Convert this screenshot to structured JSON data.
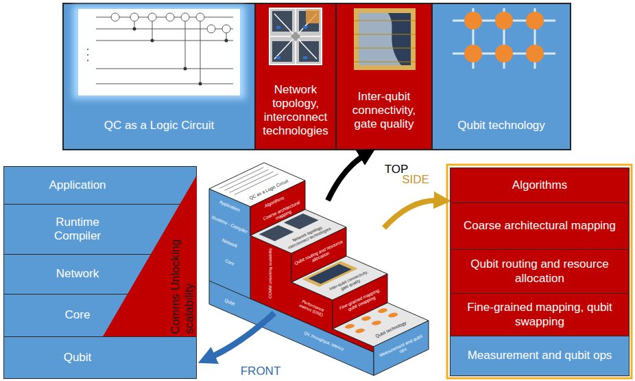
{
  "diagram": {
    "nodes": [
      {
        "text": [
          "QC as a Logic Circuit"
        ]
      },
      {
        "text": [
          "Network topology, interconnect technologies"
        ]
      },
      {
        "text": [
          "Inter-qubit connectivity, gate quality"
        ]
      },
      {
        "text": [
          "Qubit technology"
        ]
      },
      {
        "text": [
          "Application"
        ]
      },
      {
        "text": [
          "Runtime Compiler"
        ]
      },
      {
        "text": [
          "Network"
        ]
      },
      {
        "text": [
          "Core"
        ]
      },
      {
        "text": [
          "Qubit"
        ]
      },
      {
        "text": [
          "Comms Unlocking scalability"
        ]
      },
      {
        "text": [
          "Algorithms"
        ]
      },
      {
        "text": [
          "Coarse architectural mapping"
        ]
      },
      {
        "text": [
          "Qubit routing and resource allocation"
        ]
      },
      {
        "text": [
          "Fine-grained mapping, qubit swapping"
        ]
      },
      {
        "text": [
          "Measurement and qubit ops"
        ]
      }
    ],
    "labels": [
      "TOP",
      "SIDE",
      "FRONT",
      "QC as a Logic Circuit",
      "Application",
      "Runtime - Compiler",
      "Network",
      "Core",
      "Qubit",
      "Algorithms",
      "Coarse architectural mapping",
      "COMM unlocking scalability",
      "Network topology, interconnect technologies",
      "Qubit routing and resource allocation",
      "Performance metrics (DSE)",
      "Inter-qubit connectivity, gate quality",
      "Fine-grained mapping, qubit swapping",
      "QV, throughput, latency",
      "Qubit technology",
      "Measurement and qubit ops"
    ]
  }
}
